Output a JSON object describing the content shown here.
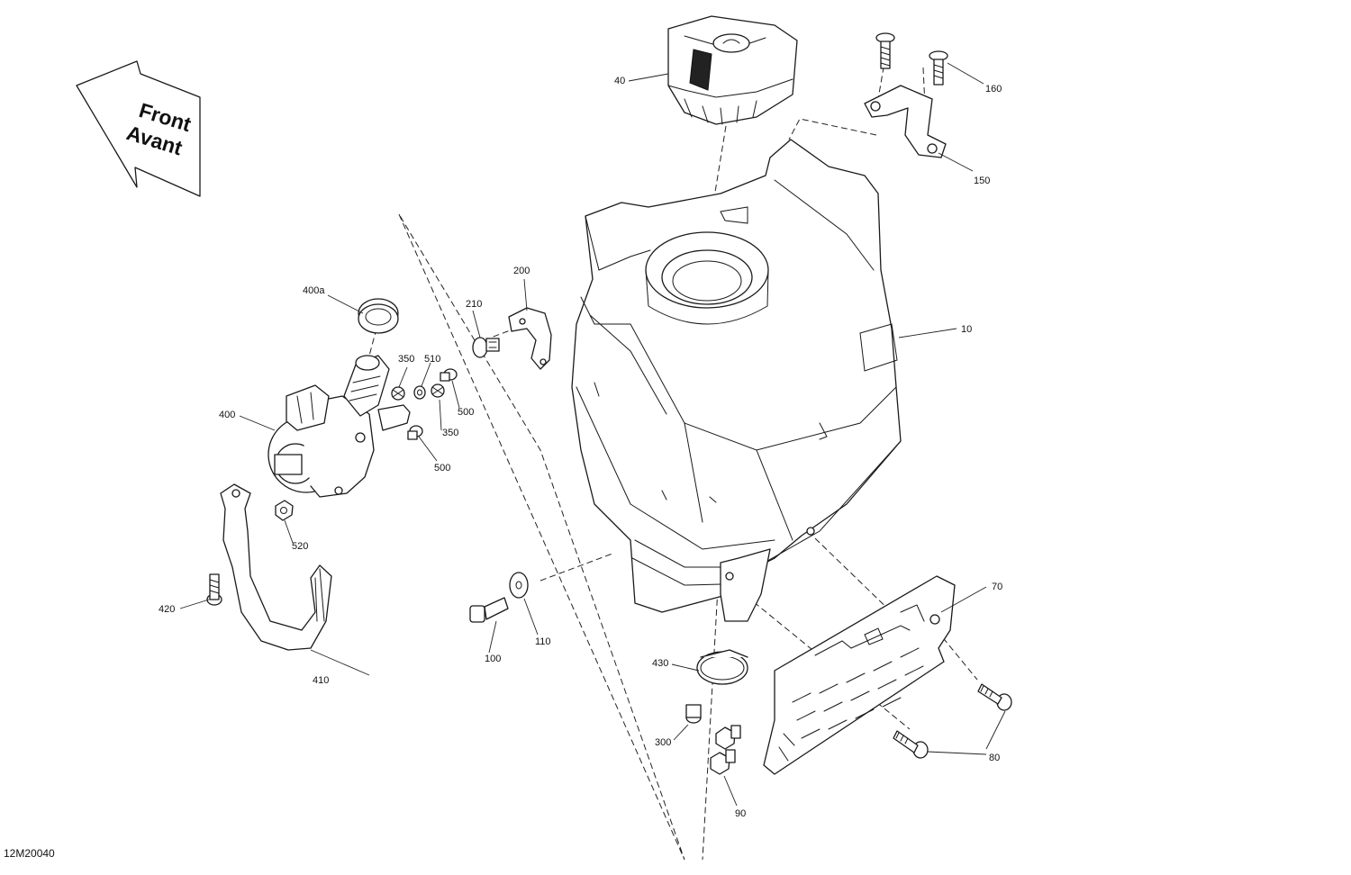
{
  "direction_arrow": {
    "line1": "Front",
    "line2": "Avant"
  },
  "reference": "12M20040",
  "callouts": {
    "c10": "10",
    "c40": "40",
    "c70": "70",
    "c80": "80",
    "c90": "90",
    "c100": "100",
    "c110": "110",
    "c150": "150",
    "c160": "160",
    "c200": "200",
    "c210": "210",
    "c300": "300",
    "c350a": "350",
    "c350b": "350",
    "c400": "400",
    "c400a": "400a",
    "c410": "410",
    "c420": "420",
    "c430": "430",
    "c500a": "500",
    "c500b": "500",
    "c510": "510",
    "c520": "520"
  }
}
